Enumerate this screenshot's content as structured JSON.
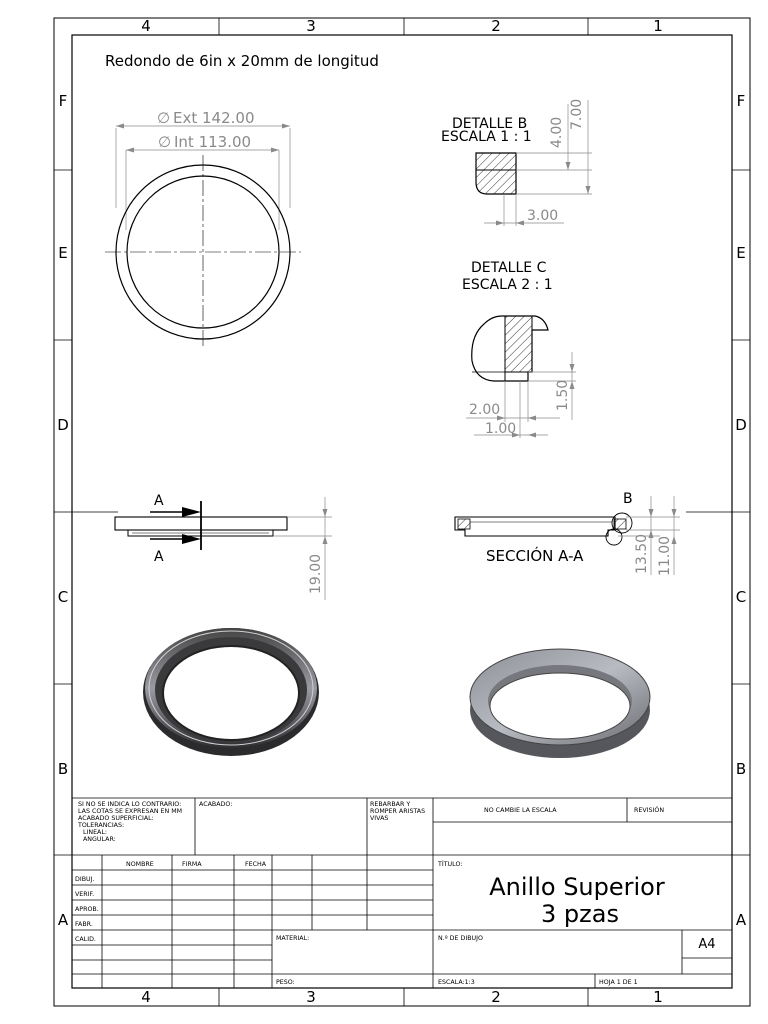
{
  "border": {
    "cols": [
      "4",
      "3",
      "2",
      "1"
    ],
    "rows": [
      "F",
      "E",
      "D",
      "C",
      "B",
      "A"
    ]
  },
  "drawing": {
    "note": "Redondo de 6in x 20mm de longitud",
    "dims": {
      "ext": "Ext 142.00",
      "int": "Int 113.00",
      "b_400": "4.00",
      "b_700": "7.00",
      "b_300": "3.00",
      "c_200": "2.00",
      "c_100": "1.00",
      "c_150": "1.50",
      "side_1900": "19.00",
      "sec_1350": "13.50",
      "sec_1100": "11.00"
    },
    "detail_b": {
      "title": "DETALLE B",
      "scale": "ESCALA 1 : 1"
    },
    "detail_c": {
      "title": "DETALLE C",
      "scale": "ESCALA 2 : 1"
    },
    "section": {
      "label": "SECCIÓN A-A",
      "a_top": "A",
      "a_bottom": "A",
      "b": "B"
    }
  },
  "title_block": {
    "notes": [
      "SI NO SE INDICA LO CONTRARIO:",
      "LAS COTAS SE EXPRESAN EN MM",
      "ACABADO SUPERFICIAL:",
      "TOLERANCIAS:",
      "LINEAL:",
      "ANGULAR:"
    ],
    "acabado": "ACABADO:",
    "rebarbar": [
      "REBARBAR Y",
      "ROMPER ARISTAS",
      "VIVAS"
    ],
    "no_cambie": "NO CAMBIE LA ESCALA",
    "revision": "REVISIÓN",
    "headers": {
      "nombre": "NOMBRE",
      "firma": "FIRMA",
      "fecha": "FECHA"
    },
    "rows": [
      "DIBUJ.",
      "VERIF.",
      "APROB.",
      "FABR.",
      "CALID."
    ],
    "titulo_label": "TÍTULO:",
    "title_line1": "Anillo Superior",
    "title_line2": "3 pzas",
    "material": "MATERIAL:",
    "dibujo_no": "N.º DE DIBUJO",
    "size": "A4",
    "peso": "PESO:",
    "escala": "ESCALA:1:3",
    "hoja": "HOJA 1 DE 1"
  }
}
